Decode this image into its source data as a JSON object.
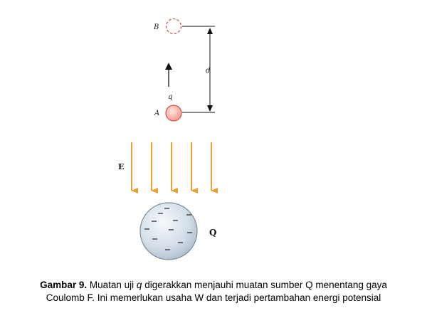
{
  "labels": {
    "point_b": "B",
    "point_a": "A",
    "charge_q": "q",
    "distance": "d",
    "field": "E",
    "source_charge": "Q"
  },
  "colors": {
    "field_arrow": "#e8a032",
    "charge_fill": "#f6b0a6",
    "charge_stroke": "#d9534f",
    "sphere_fill": "#d8e2ec",
    "line": "#111111"
  },
  "caption": {
    "figure_number": "Gambar 9.",
    "line1_before": "Muatan uji",
    "line1_var": "q",
    "line1_after": "digerakkan menjauhi muatan sumber Q menentang gaya",
    "line2": "Coulomb F. Ini memerlukan usaha W dan terjadi pertambahan energi potensial"
  }
}
